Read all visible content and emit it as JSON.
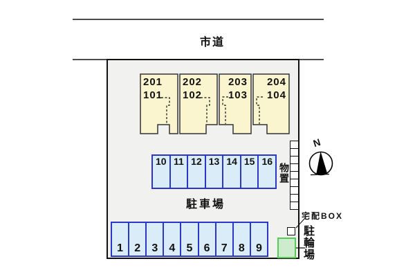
{
  "road": {
    "label": "市道"
  },
  "site": {
    "parking_label": "駐車場"
  },
  "building": {
    "units": [
      {
        "upper": "201",
        "lower": "101"
      },
      {
        "upper": "202",
        "lower": "102"
      },
      {
        "upper": "203",
        "lower": "103"
      },
      {
        "upper": "204",
        "lower": "104"
      }
    ]
  },
  "parking": {
    "row_upper": {
      "spaces": [
        "10",
        "11",
        "12",
        "13",
        "14",
        "15",
        "16"
      ],
      "number_position": "top"
    },
    "row_lower": {
      "spaces": [
        "1",
        "2",
        "3",
        "4",
        "5",
        "6",
        "7",
        "8",
        "9"
      ],
      "number_position": "bottom"
    }
  },
  "storage": {
    "label": "物置",
    "units_count": 9
  },
  "delivery_box": {
    "label": "宅配BOX"
  },
  "bicycle_parking": {
    "label": "駐輪場"
  },
  "compass": {
    "label": "N"
  },
  "colors": {
    "site_fill": "#F1F1EF",
    "building_fill": "#FAF4CF",
    "parking_fill": "#D9ECF8",
    "parking_border": "#2936C6",
    "bicycle_fill": "#CDECCD",
    "bicycle_border": "#55CB55",
    "line": "#111111"
  }
}
